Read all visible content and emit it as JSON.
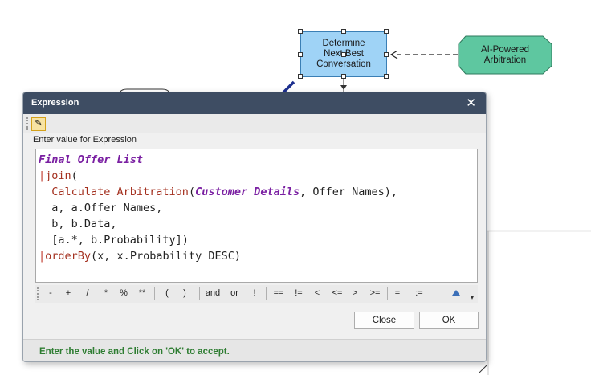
{
  "diagram": {
    "main_node_label": "Determine\nNext Best\nConversation",
    "ai_node_label": "AI-Powered\nArbitration",
    "main_node_color": "#9fd3f6",
    "ai_node_color": "#5ec7a0"
  },
  "dialog": {
    "title": "Expression",
    "close_glyph": "✕",
    "toolbar_icon": "magic-wand-icon",
    "prompt": "Enter value for Expression",
    "code": {
      "line1_kw": "Final Offer List",
      "line2_bar": "|",
      "line2_fn": "join",
      "line2_paren": "(",
      "line3_fn": "  Calculate Arbitration",
      "line3_open": "(",
      "line3_kw": "Customer Details",
      "line3_rest": ", Offer Names),",
      "line4": "  a, a.Offer Names,",
      "line5": "  b, b.Data,",
      "line6": "  [a.*, b.Probability])",
      "line7_bar": "|",
      "line7_fn": "orderBy",
      "line7_rest": "(x, x.Probability DESC)"
    },
    "operators": [
      "-",
      "+",
      "/",
      "*",
      "%",
      "**",
      "(",
      ")",
      "and",
      "or",
      "!",
      "==",
      "!=",
      "<",
      "<=",
      ">",
      ">=",
      "=",
      ":="
    ],
    "close_button": "Close",
    "ok_button": "OK",
    "status": "Enter the value and Click on 'OK' to accept."
  }
}
